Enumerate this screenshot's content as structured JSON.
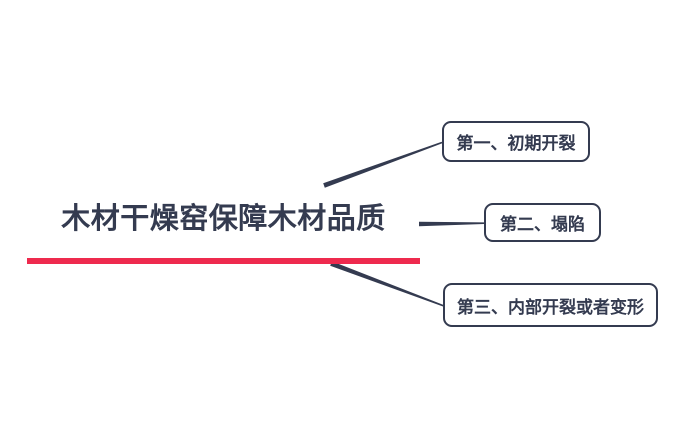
{
  "central_topic": {
    "title": "木材干燥窑保障木材品质"
  },
  "branches": [
    {
      "label": "第一、初期开裂"
    },
    {
      "label": "第二、塌陷"
    },
    {
      "label": "第三、内部开裂或者变形"
    }
  ],
  "colors": {
    "ink": "#343b50",
    "accent_red": "#ee2a4e",
    "background": "#ffffff"
  }
}
